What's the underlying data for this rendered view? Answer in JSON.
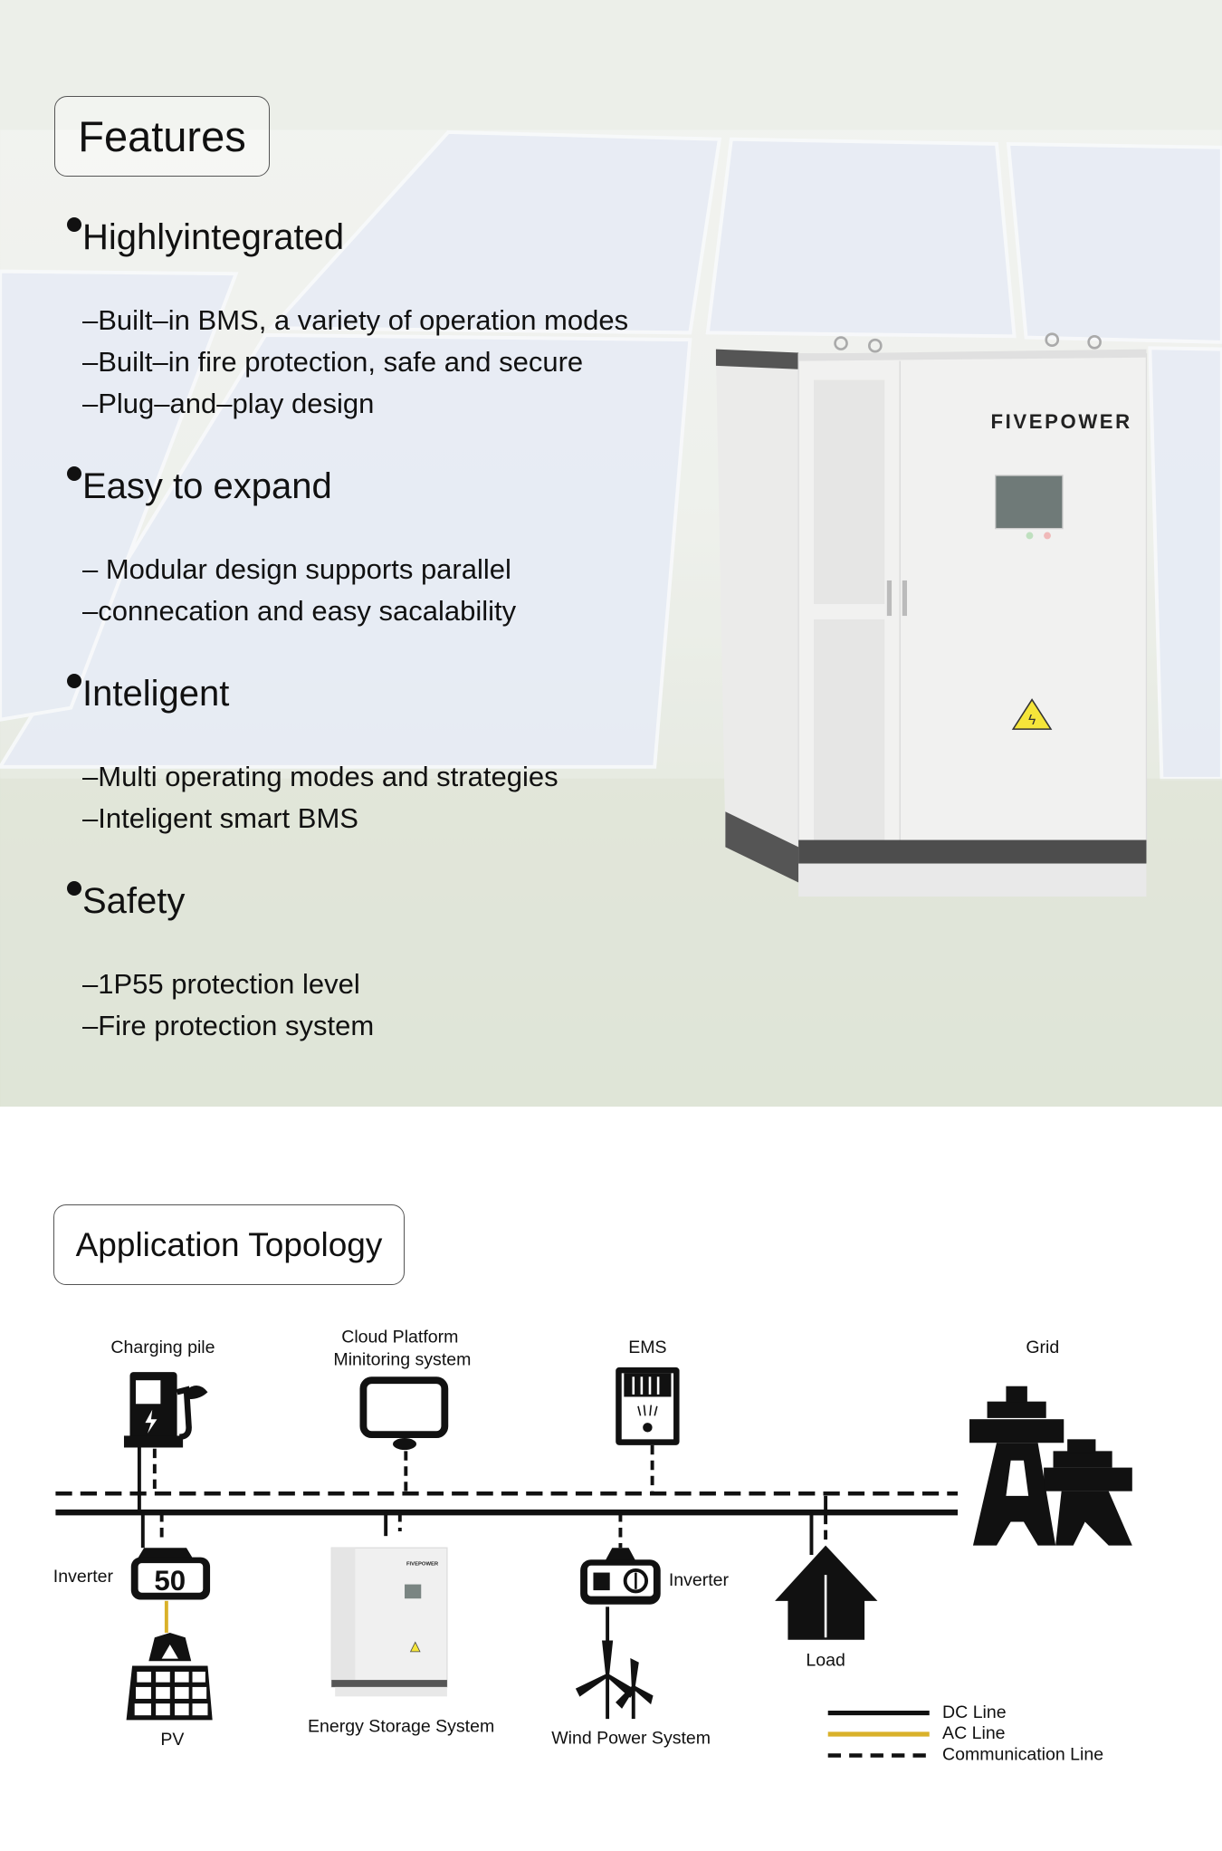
{
  "features": {
    "title": "Features",
    "sections": [
      {
        "heading": "Highlyintegrated",
        "lines": [
          "–Built–in BMS, a variety of operation modes",
          "–Built–in fire protection, safe and secure",
          "–Plug–and–play design"
        ]
      },
      {
        "heading": "Easy to expand",
        "lines": [
          "– Modular design supports parallel",
          "–connecation and easy sacalability"
        ]
      },
      {
        "heading": "Inteligent",
        "lines": [
          "–Multi operating modes and strategies",
          "–Inteligent smart BMS"
        ]
      },
      {
        "heading": "Safety",
        "lines": [
          "–1P55 protection level",
          "–Fire protection system"
        ]
      }
    ]
  },
  "product": {
    "brand": "FIVEPOWER",
    "brand_accent_color": "#e8a317"
  },
  "topology": {
    "title": "Application Topology",
    "labels": {
      "charging_pile": "Charging pile",
      "cloud_platform_1": "Cloud Platform",
      "cloud_platform_2": "Minitoring system",
      "ems": "EMS",
      "grid": "Grid",
      "inverter_left": "Inverter",
      "inverter_right": "Inverter",
      "pv": "PV",
      "ess": "Energy Storage System",
      "wind": "Wind Power System",
      "load": "Load"
    },
    "legend": [
      {
        "label": "DC Line",
        "color": "#111111",
        "style": "solid"
      },
      {
        "label": "AC Line",
        "color": "#d9b12a",
        "style": "solid"
      },
      {
        "label": "Communication Line",
        "color": "#111111",
        "style": "dashed"
      }
    ]
  }
}
